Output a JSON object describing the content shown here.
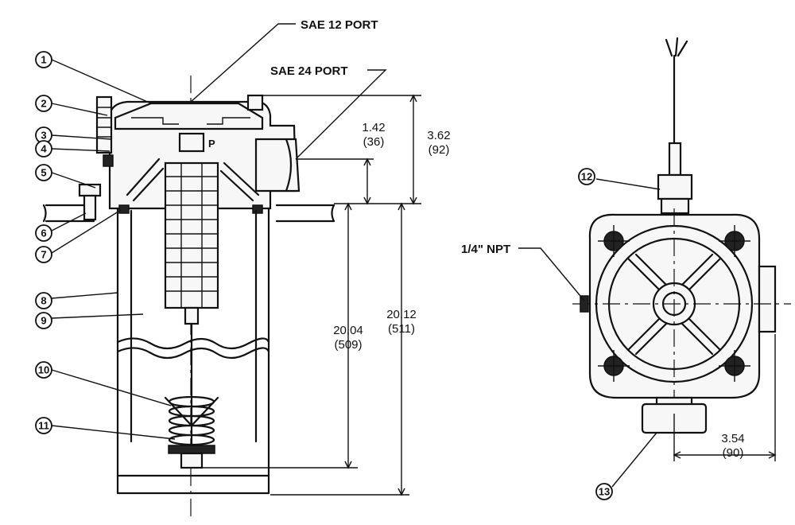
{
  "callouts": [
    {
      "id": "1",
      "name": "callout-1"
    },
    {
      "id": "2",
      "name": "callout-2"
    },
    {
      "id": "3",
      "name": "callout-3"
    },
    {
      "id": "4",
      "name": "callout-4"
    },
    {
      "id": "5",
      "name": "callout-5"
    },
    {
      "id": "6",
      "name": "callout-6"
    },
    {
      "id": "7",
      "name": "callout-7"
    },
    {
      "id": "8",
      "name": "callout-8"
    },
    {
      "id": "9",
      "name": "callout-9"
    },
    {
      "id": "10",
      "name": "callout-10"
    },
    {
      "id": "11",
      "name": "callout-11"
    },
    {
      "id": "12",
      "name": "callout-12"
    },
    {
      "id": "13",
      "name": "callout-13"
    }
  ],
  "labels": {
    "sae12": "SAE 12 PORT",
    "sae24": "SAE 24 PORT",
    "npt": "1/4\" NPT",
    "p": "P"
  },
  "dimensions": {
    "d142": {
      "in": "1.42",
      "mm": "(36)"
    },
    "d362": {
      "in": "3.62",
      "mm": "(92)"
    },
    "d2004": {
      "in": "20.04",
      "mm": "(509)"
    },
    "d2012": {
      "in": "20.12",
      "mm": "(511)"
    },
    "d354": {
      "in": "3.54",
      "mm": "(90)"
    }
  }
}
